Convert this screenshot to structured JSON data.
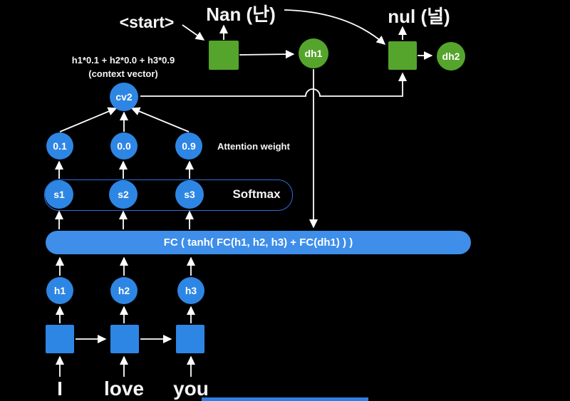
{
  "decoder": {
    "start_label": "<start>",
    "output1_label": "Nan (난)",
    "output2_label": "nul (널)",
    "dh1_label": "dh1",
    "dh2_label": "dh2"
  },
  "context": {
    "formula": "h1*0.1 + h2*0.0 + h3*0.9",
    "caption": "(context vector)",
    "cv_label": "cv2"
  },
  "attention": {
    "weights": [
      "0.1",
      "0.0",
      "0.9"
    ],
    "label": "Attention weight"
  },
  "softmax": {
    "scores": [
      "s1",
      "s2",
      "s3"
    ],
    "label": "Softmax"
  },
  "fc": {
    "formula": "FC (  tanh( FC(h1, h2, h3) + FC(dh1) )  )"
  },
  "encoder": {
    "hidden": [
      "h1",
      "h2",
      "h3"
    ],
    "inputs": [
      "I",
      "love",
      "you"
    ]
  },
  "colors": {
    "node_blue": "#2e86e4",
    "bar_blue": "#3e8eea",
    "node_green": "#55a52c",
    "arrow_white": "#ffffff",
    "background": "#000000"
  }
}
